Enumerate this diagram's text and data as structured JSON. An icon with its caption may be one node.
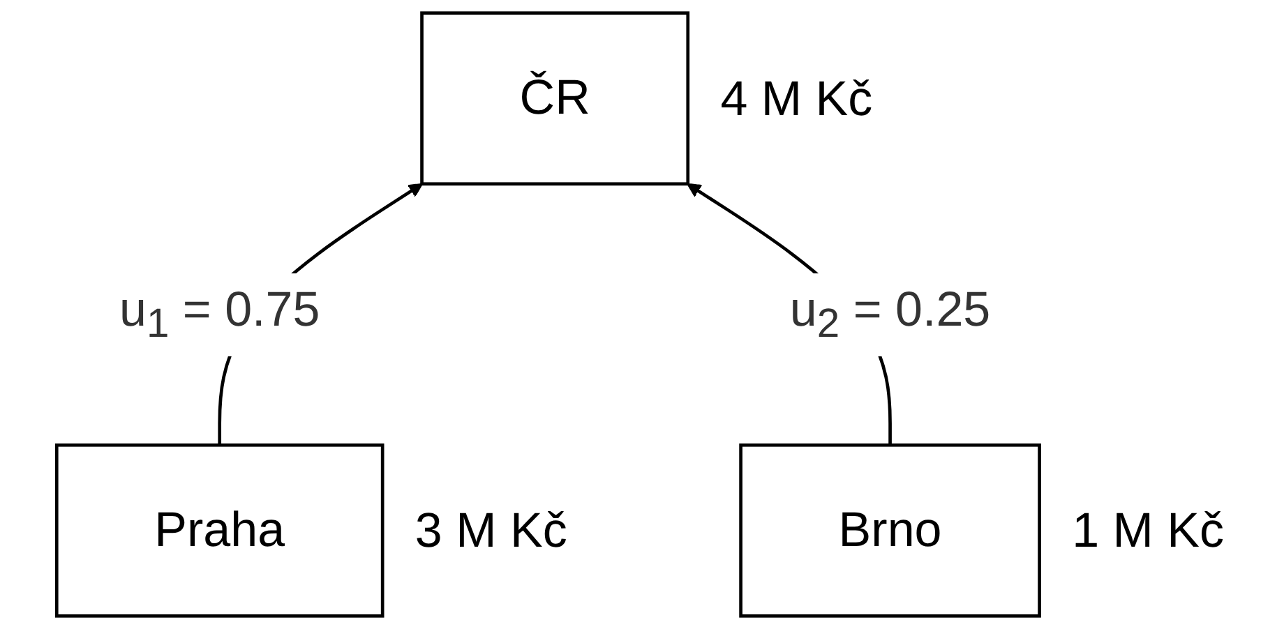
{
  "diagram": {
    "nodes": [
      {
        "text": [
          "ČR"
        ],
        "beside": [
          "4 M Kč"
        ]
      },
      {
        "text": [
          "Praha"
        ],
        "beside": [
          "3 M Kč"
        ]
      },
      {
        "text": [
          "Brno"
        ],
        "beside": [
          "1 M Kč"
        ]
      }
    ],
    "edges": [
      {
        "from": 1,
        "to": 0,
        "arrow": "to",
        "label": "u$_{1}$ = 0.75"
      },
      {
        "from": 2,
        "to": 0,
        "arrow": "to",
        "label": "u$_{2}$ = 0.25"
      }
    ]
  }
}
